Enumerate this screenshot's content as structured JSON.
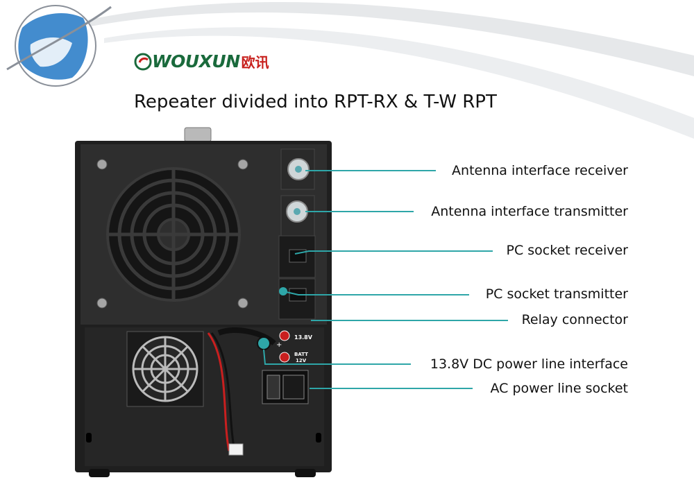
{
  "brand": {
    "name": "WOUXUN",
    "name_cn": "欧讯"
  },
  "title": "Repeater divided into RPT-RX & T-W RPT",
  "callouts": [
    {
      "label": "Antenna interface receiver"
    },
    {
      "label": "Antenna interface transmitter"
    },
    {
      "label": "PC socket receiver"
    },
    {
      "label": "PC socket transmitter"
    },
    {
      "label": "Relay connector"
    },
    {
      "label": "13.8V DC power line interface"
    },
    {
      "label": "AC power line socket"
    }
  ],
  "device_labels": {
    "dc_terminal": "13.8V",
    "batt": "BATT",
    "batt_v": "12V",
    "plus": "+"
  },
  "colors": {
    "leader": "#2ea6a8",
    "brand_green": "#1a6a3c",
    "brand_red": "#c8211e",
    "chassis": "#2b2b2b"
  }
}
